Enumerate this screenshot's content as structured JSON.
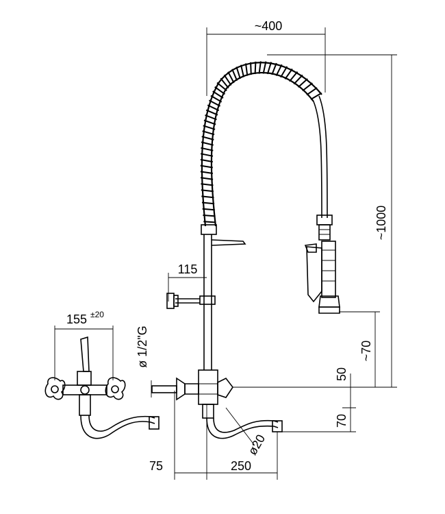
{
  "dimensions": {
    "hose_reach": "~400",
    "total_height": "~1000",
    "bracket_offset": "115",
    "thread": "ø 1/2\"G",
    "wall_spacing": "155",
    "wall_spacing_tol": "±20",
    "spout_clearance": "~70",
    "inlet_to_spout": "50",
    "spout_drop": "70",
    "spout_diameter": "ø20",
    "wall_depth": "75",
    "spout_length": "250"
  }
}
